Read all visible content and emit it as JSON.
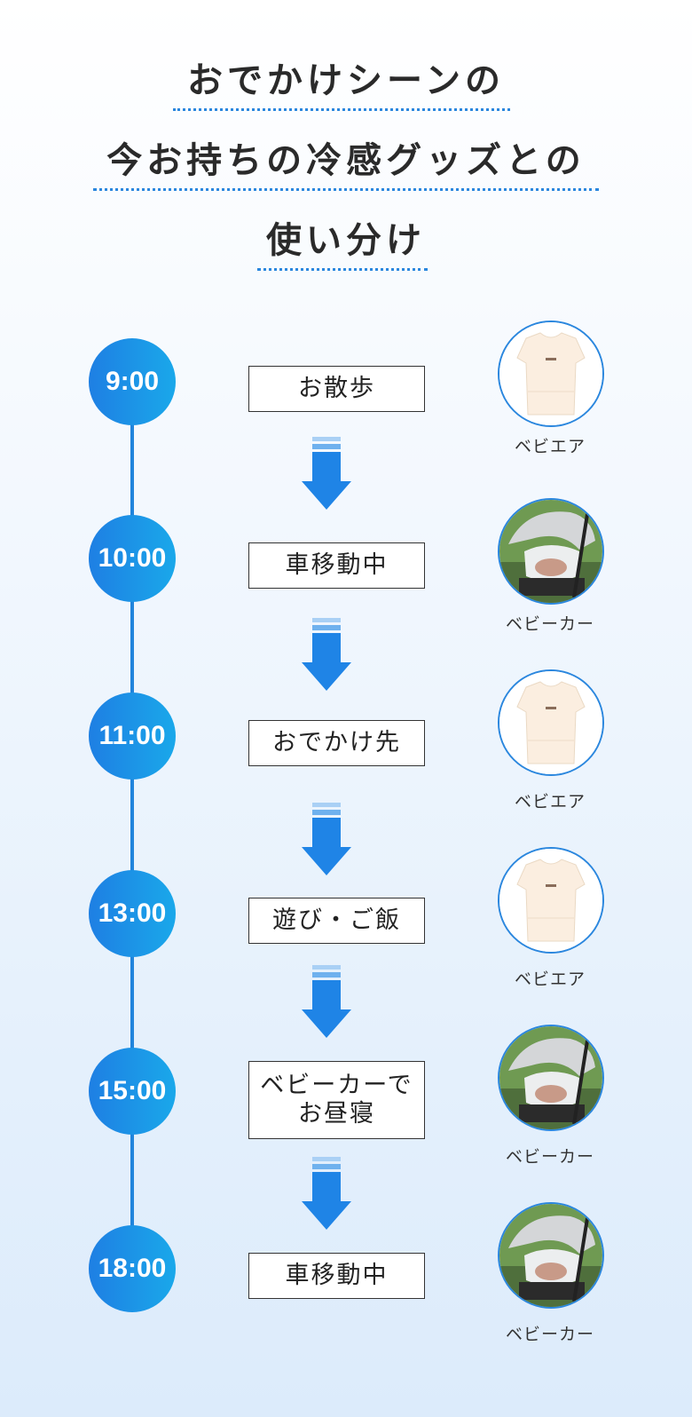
{
  "title": {
    "line1": "おでかけシーンの",
    "line2": "今お持ちの冷感グッズとの",
    "line3": "使い分け"
  },
  "colors": {
    "accent": "#2184dc",
    "circle_start": "#1e7fe3",
    "circle_end": "#1aa8ea"
  },
  "timeline": [
    {
      "time": "9:00",
      "activity": "お散歩",
      "item_label": "ベビエア",
      "item_icon": "garment-icon"
    },
    {
      "time": "10:00",
      "activity": "車移動中",
      "item_label": "ベビーカー",
      "item_icon": "stroller-icon"
    },
    {
      "time": "11:00",
      "activity": "おでかけ先",
      "item_label": "ベビエア",
      "item_icon": "garment-icon"
    },
    {
      "time": "13:00",
      "activity": "遊び・ご飯",
      "item_label": "ベビエア",
      "item_icon": "garment-icon"
    },
    {
      "time": "15:00",
      "activity": "ベビーカーで\nお昼寝",
      "item_label": "ベビーカー",
      "item_icon": "stroller-icon"
    },
    {
      "time": "18:00",
      "activity": "車移動中",
      "item_label": "ベビーカー",
      "item_icon": "stroller-icon"
    }
  ]
}
